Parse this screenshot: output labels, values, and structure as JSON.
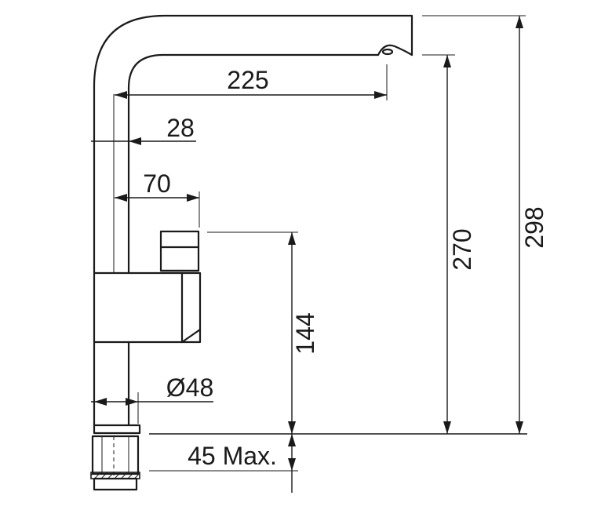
{
  "drawing": {
    "accent_color": "#1a1a1a",
    "dimensions": {
      "spout_reach": "225",
      "spout_offset": "28",
      "handle_offset": "70",
      "handle_height": "144",
      "spout_height": "270",
      "total_height": "298",
      "base_diameter": "Ø48",
      "max_thickness": "45 Max."
    }
  }
}
